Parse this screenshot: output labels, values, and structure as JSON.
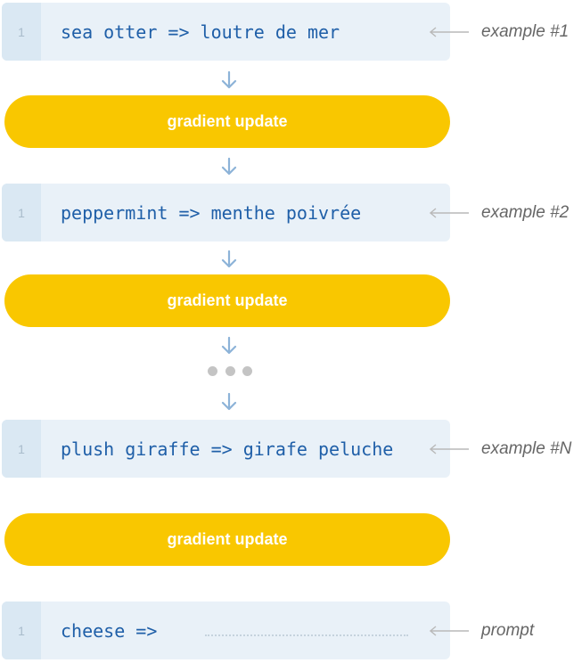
{
  "examples": [
    {
      "line_no": "1",
      "code": "sea otter => loutre de mer",
      "label": "example #1"
    },
    {
      "line_no": "1",
      "code": "peppermint => menthe poivrée",
      "label": "example #2"
    },
    {
      "line_no": "1",
      "code": "plush giraffe => girafe peluche",
      "label": "example #N"
    }
  ],
  "prompt": {
    "line_no": "1",
    "code": "cheese =>",
    "label": "prompt"
  },
  "gradient_updates": [
    {
      "label": "gradient update"
    },
    {
      "label": "gradient update"
    },
    {
      "label": "gradient update"
    }
  ],
  "colors": {
    "code_bg": "#e9f1f8",
    "gutter_bg": "#dae8f3",
    "code_text": "#1f5fa8",
    "pill": "#f9c700",
    "arrow": "#8db3d8",
    "label": "#666666"
  }
}
